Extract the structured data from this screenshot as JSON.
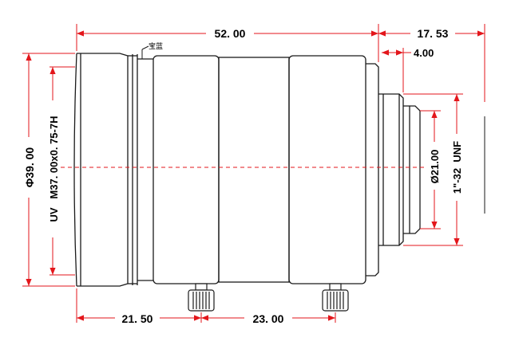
{
  "drawing": {
    "dim_overall_length": "52. 00",
    "dim_rear_length": "17. 53",
    "dim_flange": "4.00",
    "dim_front_to_knob": "21. 50",
    "dim_knob_to_knob": "23. 00",
    "dim_body_diameter": "Φ39. 00",
    "dim_filter_thread": "UV   M37. 00x0. 75-7H",
    "dim_mount_diameter": "Ø21.00",
    "dim_mount_thread": "1\"-32  UNF",
    "label_filter_ring": "宝蓝"
  },
  "colors": {
    "dimension": "#e3161b",
    "outline": "#1a1a1a",
    "centerline": "#e3161b"
  }
}
